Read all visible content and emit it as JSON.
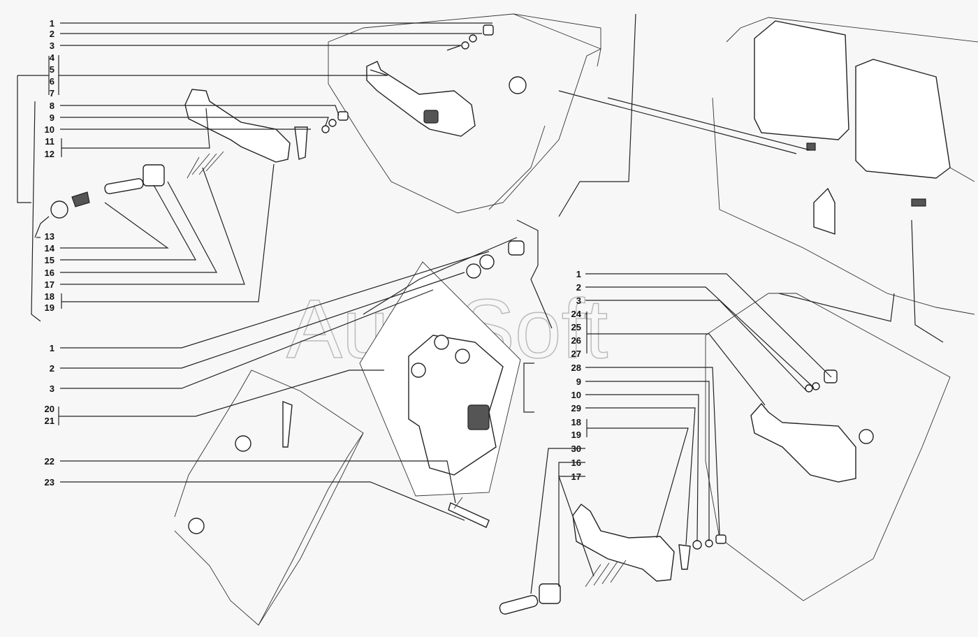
{
  "watermark": "AutoSoft",
  "callouts": {
    "top_left": [
      "1",
      "2",
      "3",
      "4",
      "5",
      "6",
      "7",
      "8",
      "9",
      "10",
      "11",
      "12",
      "13",
      "14",
      "15",
      "16",
      "17",
      "18",
      "19"
    ],
    "middle_left": [
      "1",
      "2",
      "3",
      "20",
      "21",
      "22",
      "23"
    ],
    "right": [
      "1",
      "2",
      "3",
      "24",
      "25",
      "26",
      "27",
      "28",
      "9",
      "10",
      "29",
      "18",
      "19",
      "30",
      "16",
      "17"
    ]
  }
}
